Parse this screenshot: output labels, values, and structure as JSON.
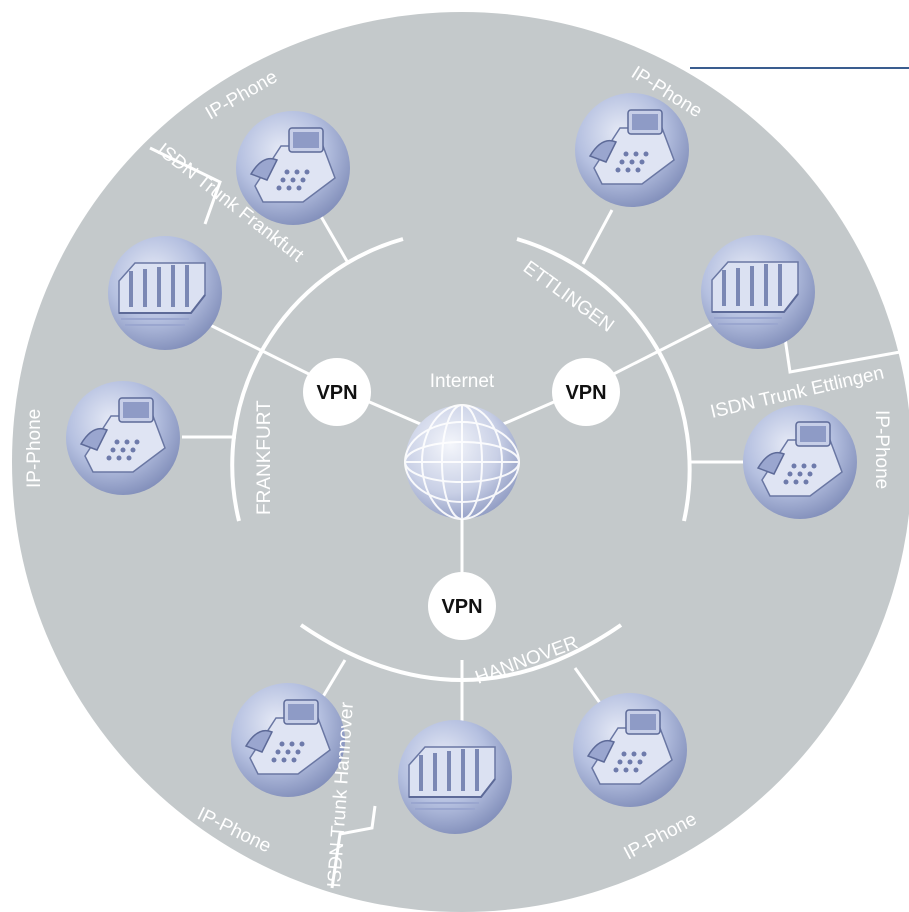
{
  "colors": {
    "background_disc": "#c4c9cb",
    "lines": "#ffffff",
    "vpn_node_fill": "#ffffff",
    "device_tint": "#a9b4d8",
    "accent_line": "#3a5d8f"
  },
  "center": {
    "label": "Internet",
    "icon": "globe-icon"
  },
  "vpn_label": "VPN",
  "sites": {
    "frankfurt": "FRANKFURT",
    "ettlingen": "ETTLINGEN",
    "hannover": "HANNOVER"
  },
  "isdn": {
    "frankfurt": "ISDN Trunk Frankfurt",
    "ettlingen": "ISDN Trunk Ettlingen",
    "hannover": "ISDN Trunk Hannover"
  },
  "ip_phone_label": "IP-Phone"
}
